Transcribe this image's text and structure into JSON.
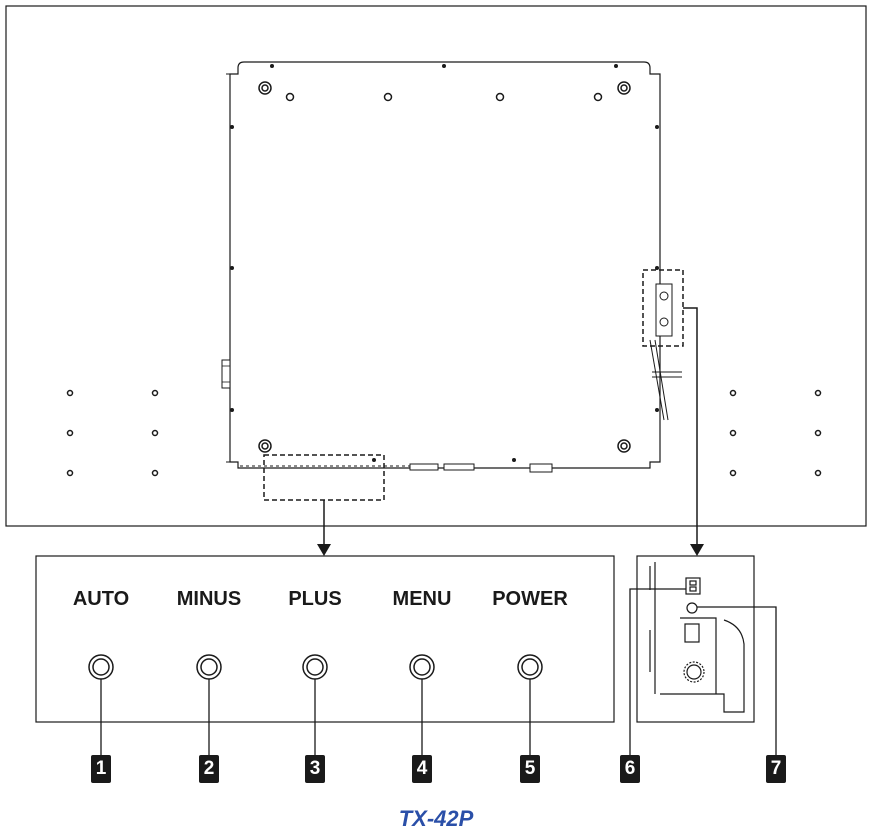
{
  "buttons": [
    {
      "label": "AUTO",
      "number": "1"
    },
    {
      "label": "MINUS",
      "number": "2"
    },
    {
      "label": "PLUS",
      "number": "3"
    },
    {
      "label": "MENU",
      "number": "4"
    },
    {
      "label": "POWER",
      "number": "5"
    }
  ],
  "side_callouts": [
    {
      "number": "6"
    },
    {
      "number": "7"
    }
  ],
  "model_name": "TX-42P",
  "colors": {
    "line": "#1a1a1a",
    "callout_bg": "#1a1a1a",
    "model_text": "#2a4fa8"
  }
}
